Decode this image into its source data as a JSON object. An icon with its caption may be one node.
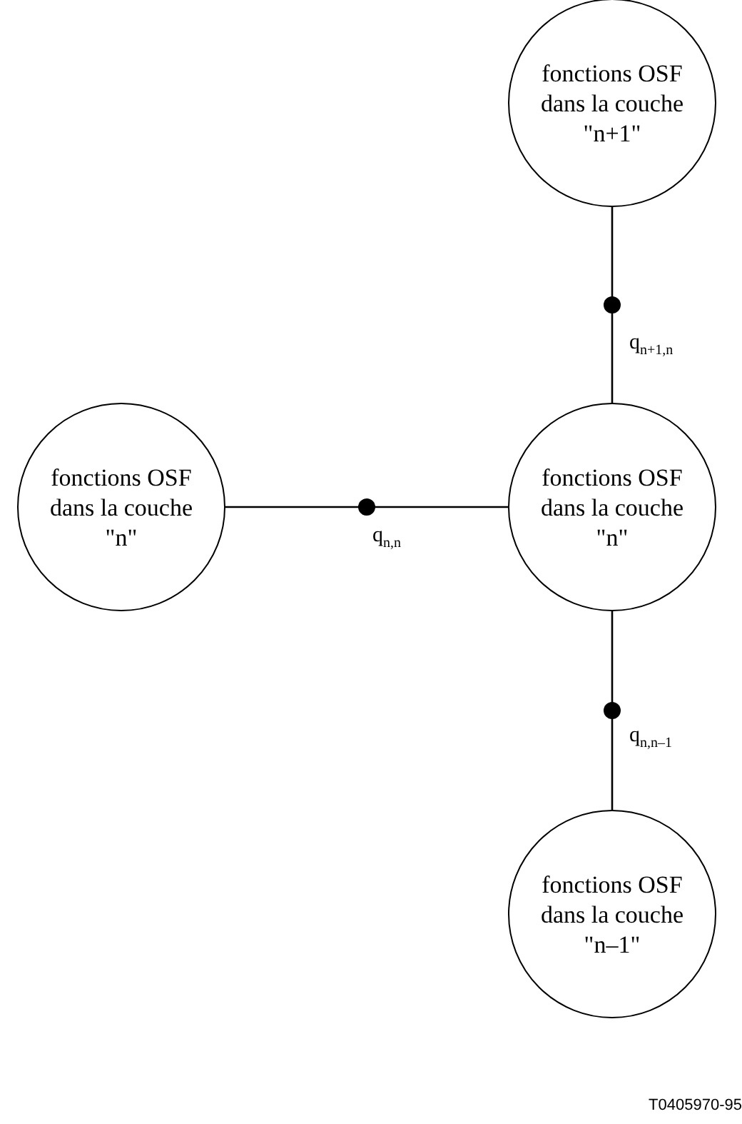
{
  "diagram": {
    "nodes": [
      {
        "text": [
          "fonctions OSF dans la couche \"n+1\""
        ]
      },
      {
        "text": [
          "fonctions OSF dans la couche \"n\""
        ]
      },
      {
        "text": [
          "fonctions OSF dans la couche \"n\""
        ]
      },
      {
        "text": [
          "fonctions OSF dans la couche \"n–1\""
        ]
      }
    ],
    "edges": [
      {
        "from": 0,
        "to": 2,
        "arrow": "none",
        "label": "q$_{n+1,n}$"
      },
      {
        "from": 1,
        "to": 2,
        "arrow": "none",
        "label": "q$_{n,n}$"
      },
      {
        "from": 2,
        "to": 3,
        "arrow": "none",
        "label": "q$_{n,n–1}$"
      }
    ],
    "labels": [
      "T0405970-95"
    ]
  }
}
